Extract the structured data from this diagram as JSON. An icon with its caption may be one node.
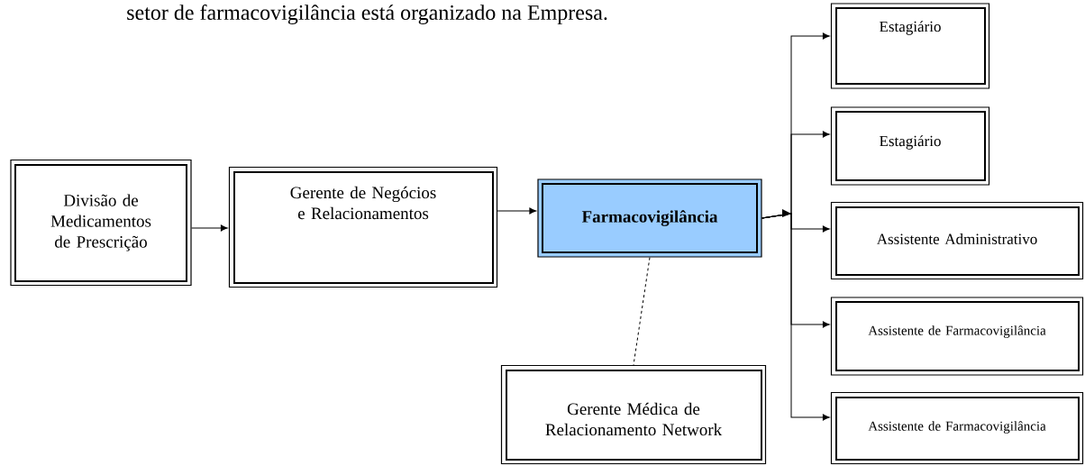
{
  "diagram": {
    "nodes": [
      {
        "text": [
          "Divisão de Medicamentos de Prescrição"
        ]
      },
      {
        "text": [
          "Gerente de Negócios e Relacionamentos"
        ]
      },
      {
        "text": [
          "Farmacovigilância"
        ]
      },
      {
        "text": [
          "Estagiário"
        ]
      },
      {
        "text": [
          "Estagiário"
        ]
      },
      {
        "text": [
          "Assistente Administrativo"
        ]
      },
      {
        "text": [
          "Assistente de Farmacovigilância"
        ]
      },
      {
        "text": [
          "Assistente de Farmacovigilância"
        ]
      },
      {
        "text": [
          "Gerente Médica de Relacionamento Network"
        ]
      }
    ],
    "edges": [
      {
        "from": 0,
        "to": 1,
        "arrow": "to"
      },
      {
        "from": 1,
        "to": 2,
        "arrow": "to"
      },
      {
        "from": 2,
        "to": 3,
        "arrow": "to"
      },
      {
        "from": 2,
        "to": 4,
        "arrow": "to"
      },
      {
        "from": 2,
        "to": 5,
        "arrow": "to"
      },
      {
        "from": 2,
        "to": 6,
        "arrow": "to"
      },
      {
        "from": 2,
        "to": 7,
        "arrow": "to"
      },
      {
        "from": 2,
        "to": 8,
        "arrow": "none",
        "style": "dashed"
      }
    ],
    "labels": [
      "setor de farmacovigilância está organizado na Empresa."
    ]
  }
}
